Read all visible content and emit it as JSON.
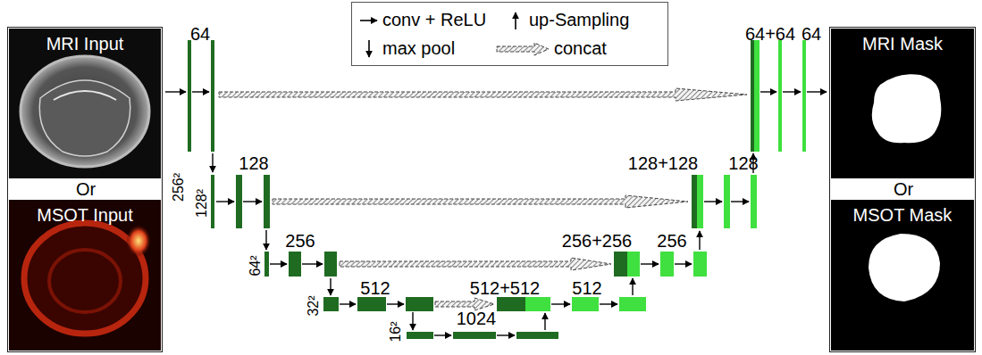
{
  "diagram": {
    "nodes": [
      {
        "text": [
          "Or"
        ]
      },
      {
        "text": [
          "MRI Input"
        ],
        "in": 0
      },
      {
        "text": [
          "MSOT Input"
        ],
        "in": 0
      },
      {
        "text": [
          "Or"
        ]
      },
      {
        "text": [
          "MRI Mask"
        ],
        "in": 3
      },
      {
        "text": [
          "MSOT Mask"
        ],
        "in": 3
      }
    ],
    "labels": [
      "64",
      "64+64",
      "64",
      "256²",
      "128",
      "128+128",
      "128",
      "128²",
      "256",
      "256+256",
      "256",
      "64²",
      "512",
      "512+512",
      "512",
      "32²",
      "1024",
      "16²"
    ],
    "legend": [
      {
        "text": "conv + ReLU"
      },
      {
        "text": "up-Sampling"
      },
      {
        "text": "max pool"
      },
      {
        "text": "concat"
      }
    ]
  }
}
